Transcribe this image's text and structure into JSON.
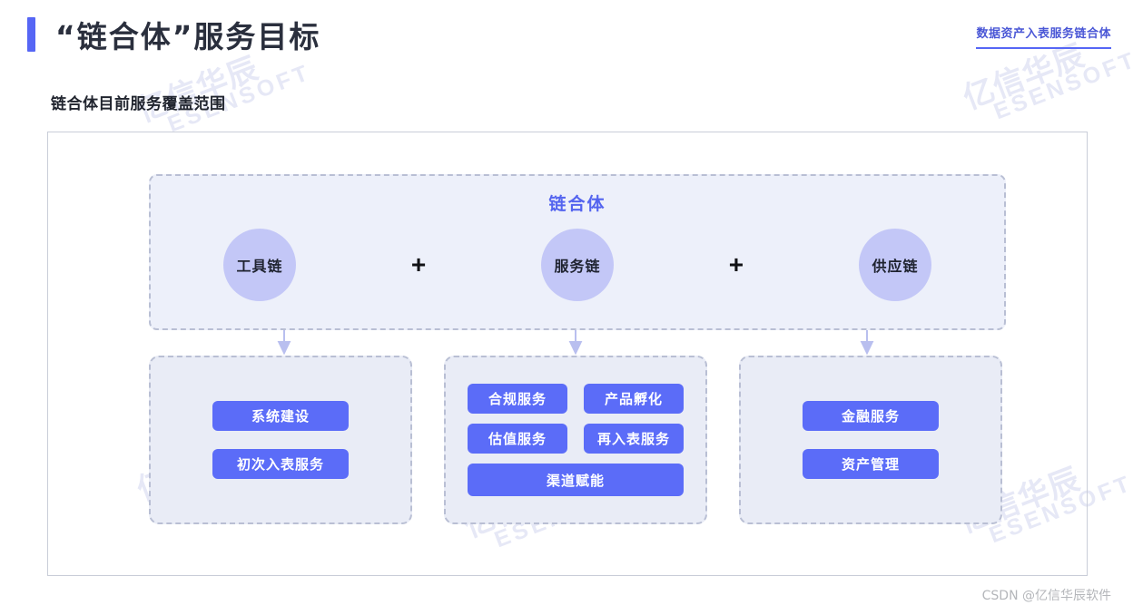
{
  "header": {
    "title": "“链合体”服务目标",
    "brand": "数据资产入表服务链合体",
    "accent_color": "#5666f5"
  },
  "subtitle": "链合体目前服务覆盖范围",
  "diagram": {
    "panel_title": "链合体",
    "nodes": [
      {
        "label": "工具链"
      },
      {
        "label": "服务链"
      },
      {
        "label": "供应链"
      }
    ],
    "operators": [
      "+",
      "+"
    ],
    "columns": [
      {
        "name": "tool-chain-column",
        "items": [
          "系统建设",
          "初次入表服务"
        ]
      },
      {
        "name": "service-chain-column",
        "row1": [
          "合规服务",
          "产品孵化"
        ],
        "row2": [
          "估值服务",
          "再入表服务"
        ],
        "row3": [
          "渠道赋能"
        ]
      },
      {
        "name": "supply-chain-column",
        "items": [
          "金融服务",
          "资产管理"
        ]
      }
    ],
    "colors": {
      "pill": "#5b6cf8",
      "circle": "#c3c7f7",
      "panel_bg": "#edf0fa",
      "column_bg": "#e9ecf6",
      "dashed_border": "#b9bfd4",
      "panel_title": "#5464ef",
      "arrow": "#b9bfef"
    }
  },
  "watermark": {
    "line1": "亿信华辰",
    "line2": "ESENSOFT"
  },
  "footer": {
    "credit": "CSDN @亿信华辰软件"
  }
}
